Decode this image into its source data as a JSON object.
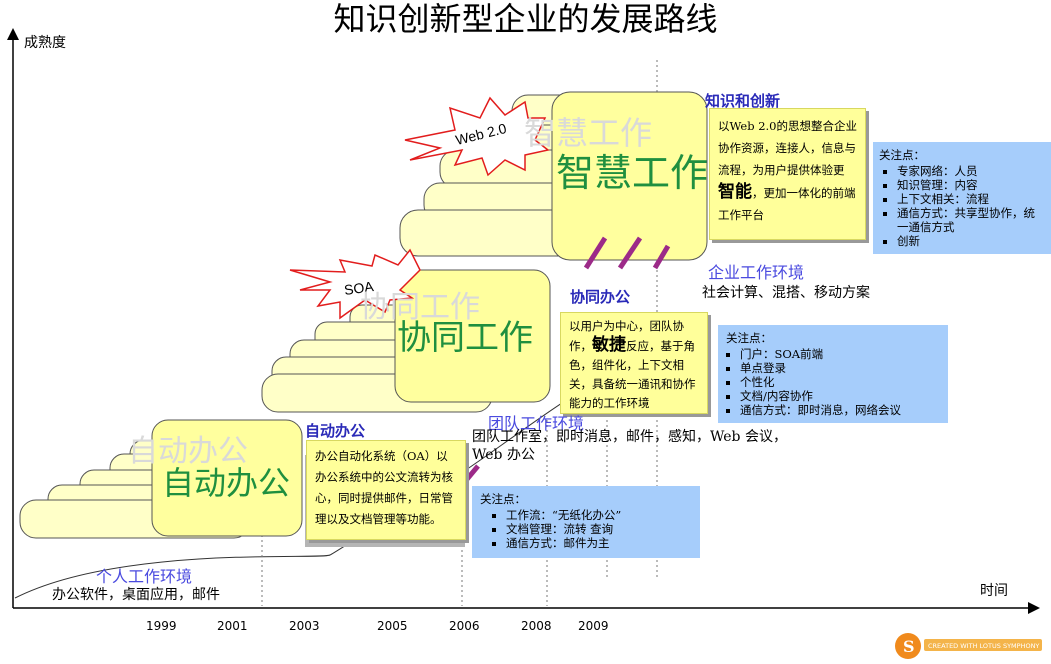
{
  "title": "知识创新型企业的发展路线",
  "axes": {
    "y_label": "成熟度",
    "x_label": "时间"
  },
  "years": [
    "1999",
    "2001",
    "2003",
    "2005",
    "2006",
    "2008",
    "2009"
  ],
  "stage1": {
    "big_text": "自动办公",
    "ghost_text": "自动办公",
    "title": "自动办公",
    "desc": "办公自动化系统（OA）以办公系统中的公文流转为核心，同时提供邮件，日常管理以及文档管理等功能。",
    "env_title": "个人工作环境",
    "env_sub": "办公软件，桌面应用，邮件",
    "focus_title": "关注点：",
    "focus_items": [
      "工作流：“无纸化办公”",
      "文档管理：流转 查询",
      "通信方式：邮件为主"
    ]
  },
  "stage2": {
    "badge": "SOA",
    "big_text": "协同工作",
    "ghost_text": "协同工作",
    "title": "协同办公",
    "desc_pre": "以用户为中心，团队协作，",
    "desc_strong": "敏捷",
    "desc_post": "反应，基于角色，组件化，上下文相关，具备统一通讯和协作能力的工作环境",
    "env_title": "团队工作环境",
    "env_sub": "团队工作室，即时消息，邮件，感知，Web 会议，Web 办公",
    "focus_title": "关注点：",
    "focus_items": [
      "门户：SOA前端",
      "单点登录",
      "个性化",
      "文档/内容协作",
      "通信方式：即时消息，网络会议"
    ]
  },
  "stage3": {
    "badge": "Web 2.0",
    "big_text": "智慧工作",
    "ghost_text": "智慧工作",
    "title": "知识和创新",
    "desc_pre": "以Web 2.0的思想整合企业协作资源，连接人，信息与流程，为用户提供体验更",
    "desc_strong": "智能",
    "desc_post": "，更加一体化的前端工作平台",
    "env_title": "企业工作环境",
    "env_sub": "社会计算、混搭、移动方案",
    "focus_title": "关注点：",
    "focus_items": [
      "专家网络：人员",
      "知识管理：内容",
      "上下文相关：流程",
      "通信方式：共享型协作，统一通信方式",
      "创新"
    ]
  },
  "logo_text": "CREATED WITH LOTUS SYMPHONY"
}
